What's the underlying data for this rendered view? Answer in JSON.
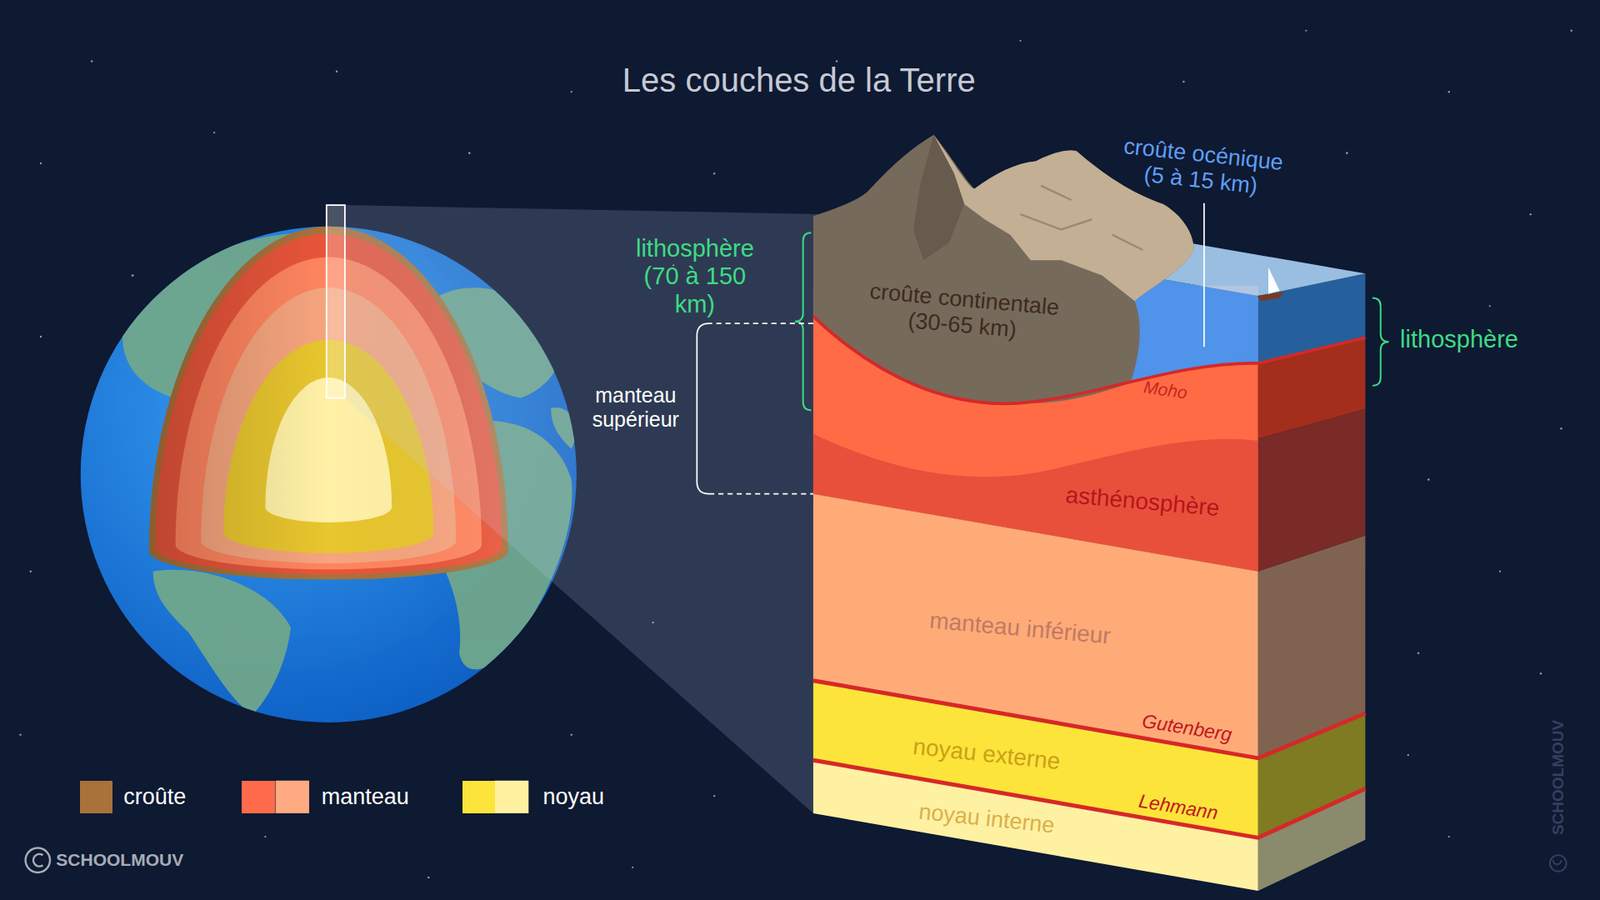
{
  "diagram": {
    "title": "Les couches de la Terre",
    "labels": [
      "lithosphère (70 à 150 km)",
      "manteau supérieur",
      "croûte continentale (30-65 km)",
      "croûte océnique (5 à 15 km)",
      "lithosphère",
      "Moho",
      "asthénosphère",
      "manteau inférieur",
      "Gutenberg",
      "noyau externe",
      "Lehmann",
      "noyau interne",
      "SCHOOLMOUV",
      "SCHOOLMOUV"
    ],
    "legend": [
      {
        "text": "croûte",
        "color": "#a8723a"
      },
      {
        "text": "manteau",
        "color": "#ff6b4a"
      },
      {
        "text": "noyau",
        "color": "#fde43a"
      }
    ]
  }
}
